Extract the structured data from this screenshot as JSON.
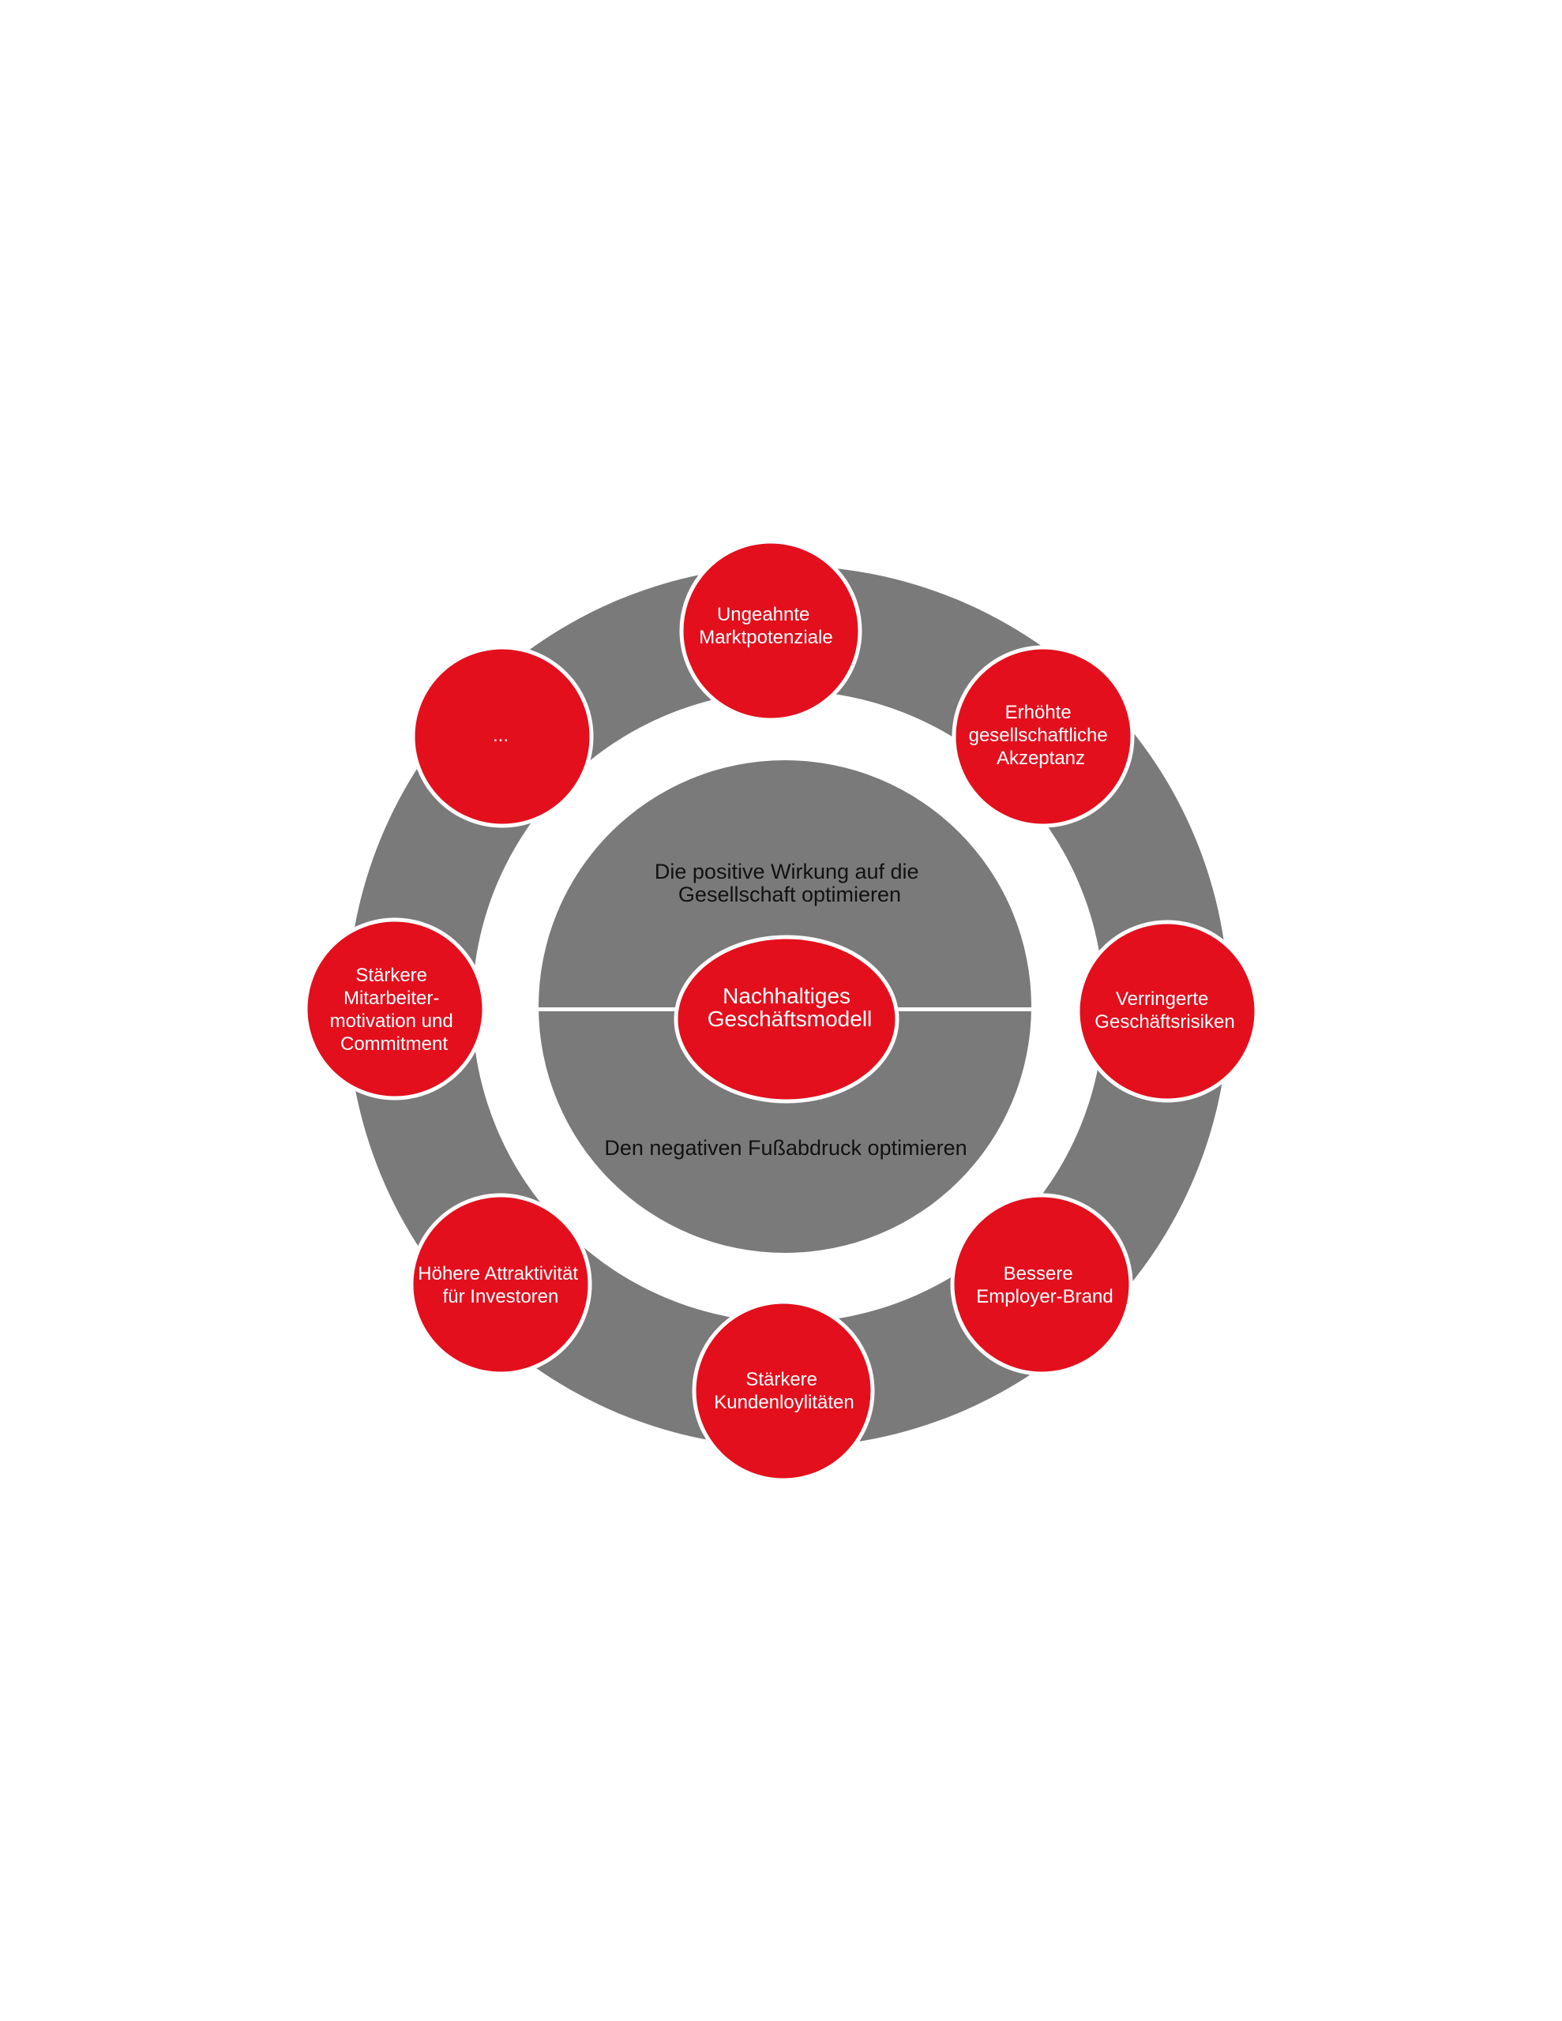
{
  "colors": {
    "ring": "#7a7a7a",
    "inner_disc": "#7a7a7a",
    "node_fill": "#e30f1d",
    "node_stroke": "#ffffff",
    "background": "#ffffff"
  },
  "center": {
    "label": [
      "Nachhaltiges",
      "Geschäftsmodell"
    ]
  },
  "inner": {
    "top_label": [
      "Die positive Wirkung auf die",
      "Gesellschaft optimieren"
    ],
    "bottom_label": [
      "Den negativen Fußabdruck optimieren"
    ]
  },
  "nodes": [
    {
      "id": "markt",
      "label": [
        "Ungeahnte",
        "Marktpotenziale"
      ]
    },
    {
      "id": "akzeptanz",
      "label": [
        "Erhöhte",
        "gesellschaftliche",
        "Akzeptanz"
      ]
    },
    {
      "id": "risiken",
      "label": [
        "Verringerte",
        "Geschäftsrisiken"
      ]
    },
    {
      "id": "employer",
      "label": [
        "Bessere",
        "Employer-Brand"
      ]
    },
    {
      "id": "kunden",
      "label": [
        "Stärkere",
        "Kundenloylitäten"
      ]
    },
    {
      "id": "investoren",
      "label": [
        "Höhere Attraktivität",
        "für Investoren"
      ]
    },
    {
      "id": "mitarbeiter",
      "label": [
        "Stärkere",
        "Mitarbeiter-",
        "motivation und",
        "Commitment"
      ]
    },
    {
      "id": "weitere",
      "label": [
        "..."
      ]
    }
  ]
}
